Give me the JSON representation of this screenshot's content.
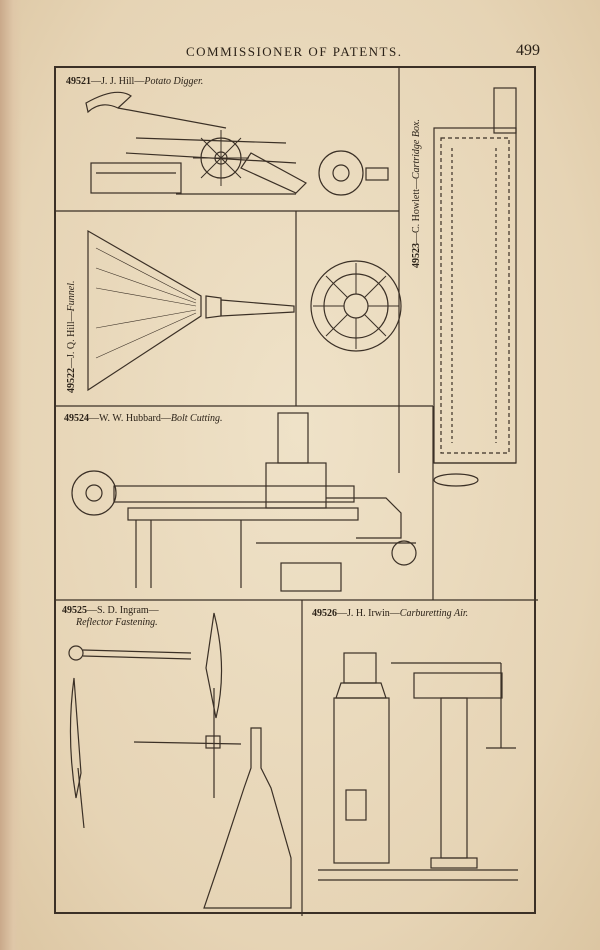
{
  "header": {
    "title": "COMMISSIONER OF PATENTS.",
    "page_number": "499"
  },
  "captions": [
    {
      "id": "49521",
      "number": "49521",
      "inventor": "—J. J. Hill—",
      "subject": "Potato Digger."
    },
    {
      "id": "49522",
      "number": "49522",
      "inventor": "—J. Q. Hill—",
      "subject": "Funnel."
    },
    {
      "id": "49523",
      "number": "49523",
      "inventor": "—C. Howlett—",
      "subject": "Cartridge Box."
    },
    {
      "id": "49524",
      "number": "49524",
      "inventor": "—W. W. Hubbard—",
      "subject": "Bolt Cutting."
    },
    {
      "id": "49525",
      "number": "49525",
      "inventor": "—S. D. Ingram—",
      "subject": "Reflector Fastening."
    },
    {
      "id": "49526",
      "number": "49526",
      "inventor": "—J. H. Irwin—",
      "subject": "Carburetting Air."
    }
  ],
  "colors": {
    "paper": "#e9d9bf",
    "ink": "#2b2218"
  }
}
